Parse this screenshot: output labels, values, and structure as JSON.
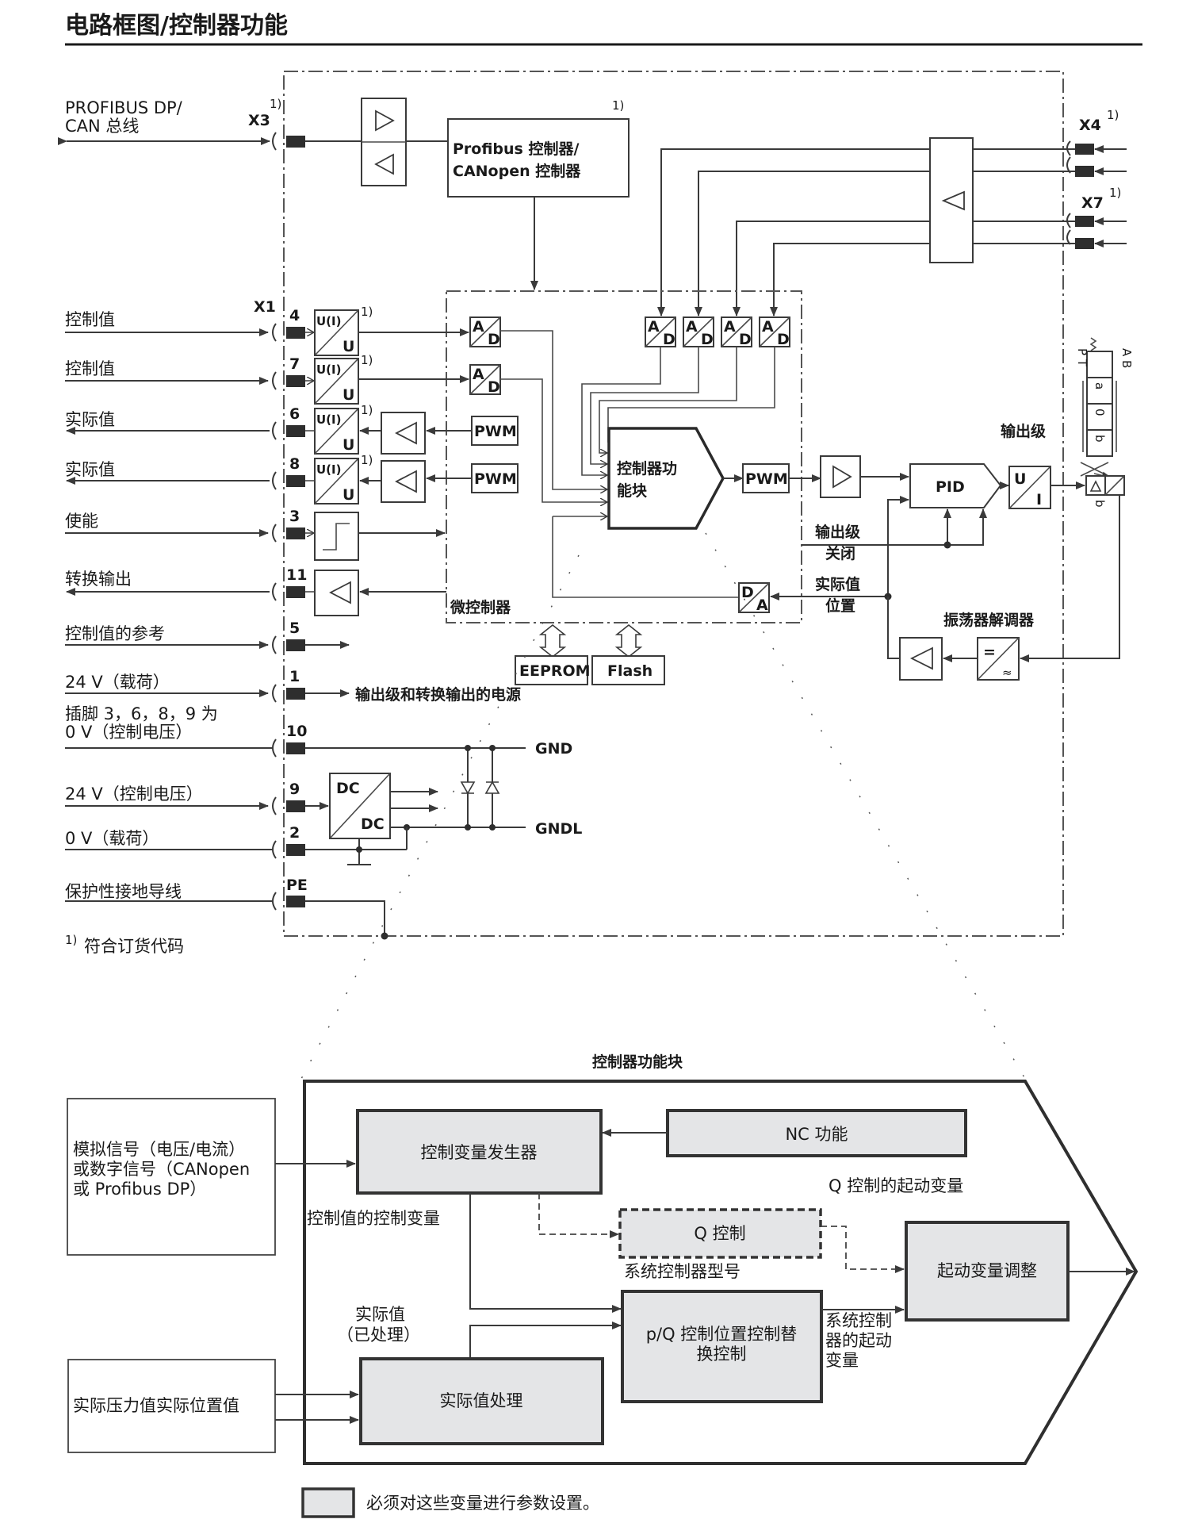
{
  "title": "电路框图/控制器功能",
  "footnote_mark": "1)",
  "footnote_text": "符合订货代码",
  "bus": {
    "label_line1": "PROFIBUS DP/",
    "label_line2": "CAN 总线",
    "connector": "X3",
    "controller_line1": "Profibus 控制器/",
    "controller_line2": "CANopen 控制器"
  },
  "right_connectors": {
    "x4": "X4",
    "x7": "X7"
  },
  "x1_connector": "X1",
  "x1_pins": [
    {
      "pin": "4",
      "label": "控制值",
      "direction": "in",
      "converter_top": "U(I)",
      "converter_bottom": "U"
    },
    {
      "pin": "7",
      "label": "控制值",
      "direction": "in",
      "converter_top": "U(I)",
      "converter_bottom": "U"
    },
    {
      "pin": "6",
      "label": "实际值",
      "direction": "out",
      "converter_top": "U(I)",
      "converter_bottom": "U"
    },
    {
      "pin": "8",
      "label": "实际值",
      "direction": "out",
      "converter_top": "U(I)",
      "converter_bottom": "U"
    },
    {
      "pin": "3",
      "label": "使能",
      "direction": "in"
    },
    {
      "pin": "11",
      "label": "转换输出",
      "direction": "out"
    },
    {
      "pin": "5",
      "label": "控制值的参考",
      "direction": "in"
    },
    {
      "pin": "1",
      "label": "24 V（载荷）",
      "direction": "in"
    },
    {
      "pin": "10",
      "label_line1": "插脚 3，6，8，9 为",
      "label_line2": "0 V（控制电压）",
      "direction": "none"
    },
    {
      "pin": "9",
      "label": "24 V（控制电压）",
      "direction": "in"
    },
    {
      "pin": "2",
      "label": "0 V（载荷）",
      "direction": "none"
    },
    {
      "pin": "PE",
      "label": "保护性接地导线",
      "direction": "none"
    }
  ],
  "converters": {
    "ad_a": "A",
    "ad_d": "D",
    "da_d": "D",
    "da_a": "A",
    "pwm": "PWM",
    "dc_top": "DC",
    "dc_bottom": "DC",
    "ui_u": "U",
    "ui_i": "I",
    "osc_eq": "=",
    "osc_ac": "≈"
  },
  "microcontroller": {
    "label": "微控制器",
    "function_block_line1": "控制器功",
    "function_block_line2": "能块",
    "eeprom": "EEPROM",
    "flash": "Flash"
  },
  "power_label": "输出级和转换输出的电源",
  "gnd": "GND",
  "gndl": "GNDL",
  "output_stage": {
    "label": "输出级",
    "pid": "PID",
    "off_line1": "输出级",
    "off_line2": "关闭",
    "pos_line1": "实际值",
    "pos_line2": "位置",
    "oscillator": "振荡器解调器"
  },
  "valve": {
    "ports_left": "P T",
    "ports_right": "A B",
    "positions": [
      "a",
      "0",
      "b"
    ],
    "bottom": "b"
  },
  "function_block": {
    "heading": "控制器功能块",
    "input_signal_line1": "模拟信号（电压/电流）",
    "input_signal_line2": "或数字信号（CANopen",
    "input_signal_line3": "或 Profibus DP）",
    "actual_input": "实际压力值实际位置值",
    "generator": "控制变量发生器",
    "nc": "NC 功能",
    "q_start_label": "Q 控制的起动变量",
    "setpoint_var_label": "控制值的控制变量",
    "q_control": "Q 控制",
    "system_type_label": "系统控制器型号",
    "actual_processed_line1": "实际值",
    "actual_processed_line2": "（已处理）",
    "pq_line1": "p/Q 控制位置控制替",
    "pq_line2": "换控制",
    "system_start_line1": "系统控制",
    "system_start_line2": "器的起动",
    "system_start_line3": "变量",
    "start_adjust": "起动变量调整",
    "actual_processing": "实际值处理"
  },
  "legend": {
    "text": "必须对这些变量进行参数设置。",
    "swatch_color": "#e4e5e7"
  }
}
